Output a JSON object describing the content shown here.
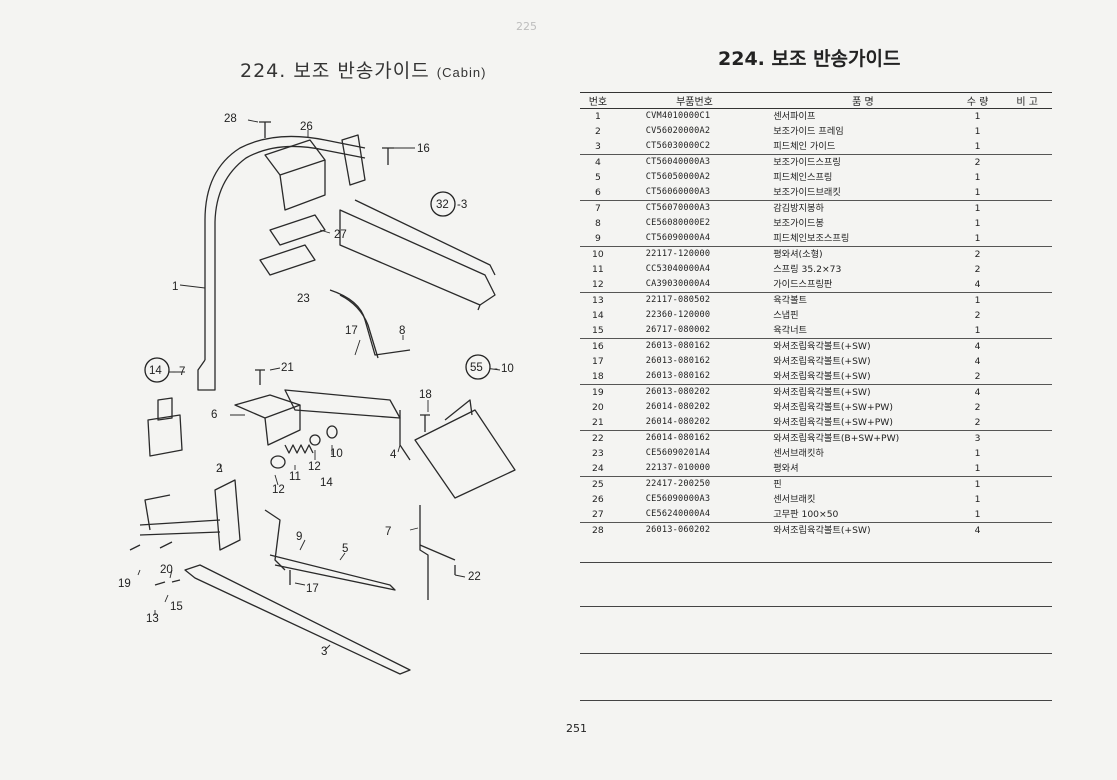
{
  "left_title": {
    "text": "224. 보조 반송가이드",
    "suffix": "(Cabin)"
  },
  "right_title": "224. 보조 반송가이드",
  "table": {
    "headers": [
      "번호",
      "부품번호",
      "품    명",
      "수 량",
      "비 고"
    ],
    "rows": [
      {
        "no": "1",
        "part": "CVM4010000C1",
        "name": "센서파이프",
        "qty": "1"
      },
      {
        "no": "2",
        "part": "CV56020000A2",
        "name": "보조가이드 프레임",
        "qty": "1"
      },
      {
        "no": "3",
        "part": "CT56030000C2",
        "name": "피드체인 가이드",
        "qty": "1"
      },
      {
        "no": "4",
        "part": "CT56040000A3",
        "name": "보조가이드스프링",
        "qty": "2"
      },
      {
        "no": "5",
        "part": "CT56050000A2",
        "name": "피드체인스프링",
        "qty": "1"
      },
      {
        "no": "6",
        "part": "CT56060000A3",
        "name": "보조가이드브래킷",
        "qty": "1"
      },
      {
        "no": "7",
        "part": "CT56070000A3",
        "name": "감김방지봉하",
        "qty": "1"
      },
      {
        "no": "8",
        "part": "CE56080000E2",
        "name": "보조가이드봉",
        "qty": "1"
      },
      {
        "no": "9",
        "part": "CT56090000A4",
        "name": "피드체인보조스프링",
        "qty": "1"
      },
      {
        "no": "10",
        "part": "22117-120000",
        "name": "평와셔(소형)",
        "qty": "2"
      },
      {
        "no": "11",
        "part": "CC53040000A4",
        "name": "스프링 35.2×73",
        "qty": "2"
      },
      {
        "no": "12",
        "part": "CA39030000A4",
        "name": "가이드스프링판",
        "qty": "4"
      },
      {
        "no": "13",
        "part": "22117-080502",
        "name": "육각볼트",
        "qty": "1"
      },
      {
        "no": "14",
        "part": "22360-120000",
        "name": "스냅핀",
        "qty": "2"
      },
      {
        "no": "15",
        "part": "26717-080002",
        "name": "육각너트",
        "qty": "1"
      },
      {
        "no": "16",
        "part": "26013-080162",
        "name": "와셔조립육각볼트(+SW)",
        "qty": "4"
      },
      {
        "no": "17",
        "part": "26013-080162",
        "name": "와셔조립육각볼트(+SW)",
        "qty": "4"
      },
      {
        "no": "18",
        "part": "26013-080162",
        "name": "와셔조립육각볼트(+SW)",
        "qty": "2"
      },
      {
        "no": "19",
        "part": "26013-080202",
        "name": "와셔조립육각볼트(+SW)",
        "qty": "4"
      },
      {
        "no": "20",
        "part": "26014-080202",
        "name": "와셔조립육각볼트(+SW+PW)",
        "qty": "2"
      },
      {
        "no": "21",
        "part": "26014-080202",
        "name": "와셔조립육각볼트(+SW+PW)",
        "qty": "2"
      },
      {
        "no": "22",
        "part": "26014-080162",
        "name": "와셔조립육각볼트(B+SW+PW)",
        "qty": "3"
      },
      {
        "no": "23",
        "part": "CE56090201A4",
        "name": "센서브래킷하",
        "qty": "1"
      },
      {
        "no": "24",
        "part": "22137-010000",
        "name": "평와셔",
        "qty": "1"
      },
      {
        "no": "25",
        "part": "22417-200250",
        "name": "핀",
        "qty": "1"
      },
      {
        "no": "26",
        "part": "CE56090000A3",
        "name": "센서브래킷",
        "qty": "1"
      },
      {
        "no": "27",
        "part": "CE56240000A4",
        "name": "고무판 100×50",
        "qty": "1"
      },
      {
        "no": "28",
        "part": "26013-060202",
        "name": "와셔조립육각볼트(+SW)",
        "qty": "4"
      }
    ]
  },
  "callouts": {
    "c28": "28",
    "c26": "26",
    "c16": "16",
    "c32": "32",
    "c3": "-3",
    "c27": "27",
    "c1": "1",
    "c23": "23",
    "c17a": "17",
    "c8": "8",
    "c14": "14",
    "c7a": "- 7",
    "c21": "21",
    "c55": "55",
    "c10a": "- 10",
    "c18": "18",
    "c6": "6",
    "c2": "2",
    "c11": "11",
    "c12a": "12",
    "c12b": "12",
    "c14b": "14",
    "c10b": "10",
    "c4": "4",
    "c7b": "7",
    "c9": "9",
    "c5": "5",
    "c19": "19",
    "c20": "20",
    "c15": "15",
    "c13": "13",
    "c17b": "17",
    "c22": "22",
    "c3b": "3"
  },
  "page_number": "251"
}
